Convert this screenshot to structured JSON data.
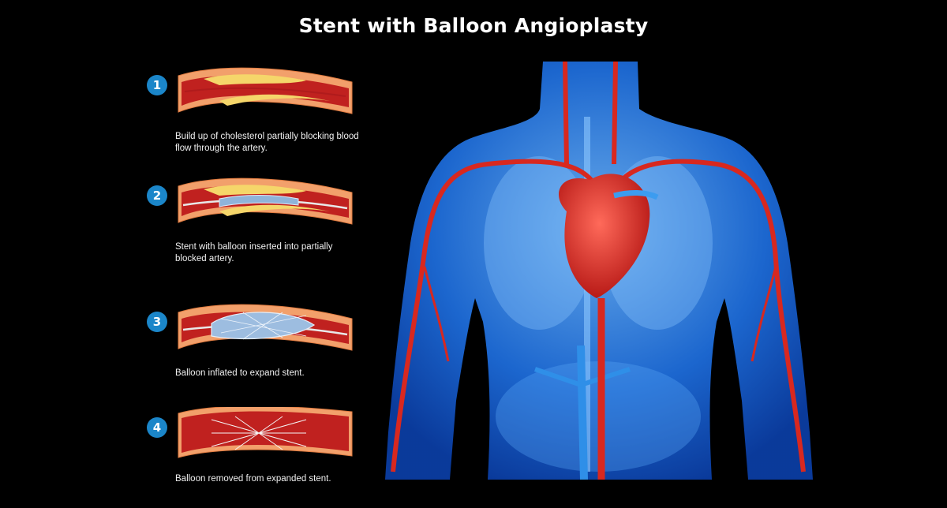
{
  "title": "Stent with Balloon Angioplasty",
  "steps": [
    {
      "number": "1",
      "caption": "Build up of cholesterol partially blocking blood flow through the artery."
    },
    {
      "number": "2",
      "caption": "Stent with balloon inserted into partially blocked artery."
    },
    {
      "number": "3",
      "caption": "Balloon inflated to expand stent."
    },
    {
      "number": "4",
      "caption": "Balloon removed from expanded stent."
    }
  ],
  "colors": {
    "background": "#000000",
    "badge": "#1b86c9",
    "artery_wall": "#f2a06b",
    "blood": "#c0211f",
    "plaque": "#f5d66a",
    "body": "#1e6fe0",
    "vessel": "#d8281f"
  }
}
